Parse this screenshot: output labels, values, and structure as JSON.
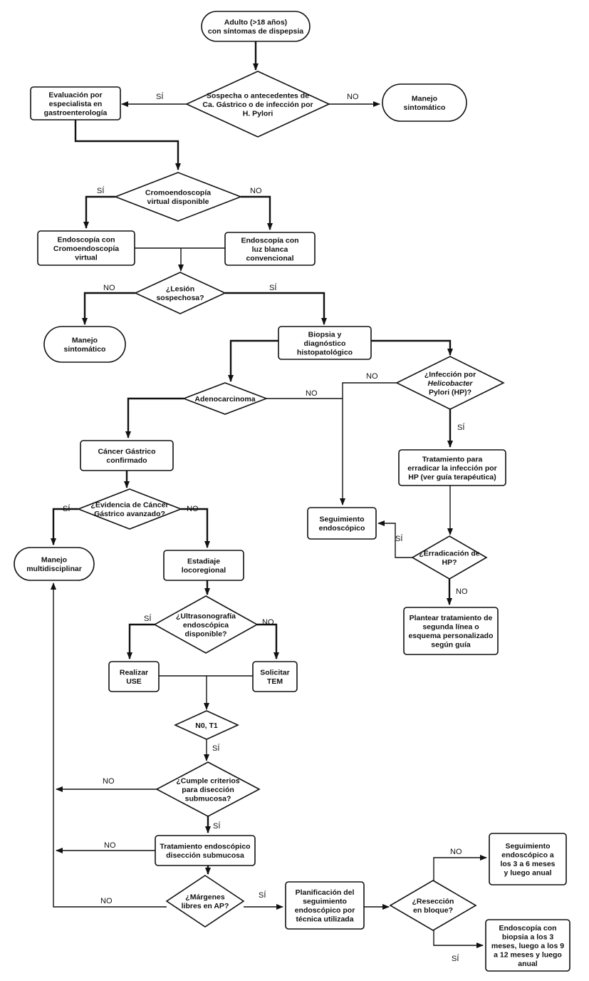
{
  "diagram": {
    "nodes": [
      {
        "id": "start",
        "lines": [
          "Adulto (>18 años)",
          "con síntomas de dispepsia"
        ]
      },
      {
        "id": "d_sospecha",
        "lines": [
          "Sospecha o antecedentes de",
          "Ca. Gástrico o de infección por",
          "H. Pylori"
        ]
      },
      {
        "id": "evaluacion",
        "lines": [
          "Evaluación por",
          "especialista en",
          "gastroenterología"
        ]
      },
      {
        "id": "manejo_sint_1",
        "lines": [
          "Manejo",
          "sintomático"
        ]
      },
      {
        "id": "d_cromo",
        "lines": [
          "Cromoendoscopía",
          "virtual disponible"
        ]
      },
      {
        "id": "endo_cromo",
        "lines": [
          "Endoscopía con",
          "Cromoendoscopía",
          "virtual"
        ]
      },
      {
        "id": "endo_luz",
        "lines": [
          "Endoscopía con",
          "luz blanca",
          "convencional"
        ]
      },
      {
        "id": "d_lesion",
        "lines": [
          "¿Lesión",
          "sospechosa?"
        ]
      },
      {
        "id": "manejo_sint_2",
        "lines": [
          "Manejo",
          "sintomático"
        ]
      },
      {
        "id": "biopsia",
        "lines": [
          "Biopsia y",
          "diagnóstico",
          "histopatológico"
        ]
      },
      {
        "id": "d_adeno",
        "lines": [
          "Adenocarcinoma"
        ]
      },
      {
        "id": "d_hp",
        "lines": [
          "¿Infección por",
          "Helicobacter",
          "Pylori (HP)?"
        ]
      },
      {
        "id": "cancer",
        "lines": [
          "Cáncer Gástrico",
          "confirmado"
        ]
      },
      {
        "id": "tratamiento_hp",
        "lines": [
          "Tratamiento para",
          "erradicar la infección por",
          "HP (ver guía terapéutica)"
        ]
      },
      {
        "id": "d_avanzado",
        "lines": [
          "¿Evidencia de Cáncer",
          "Gástrico avanzado?"
        ]
      },
      {
        "id": "seguimiento",
        "lines": [
          "Seguimiento",
          "endoscópico"
        ]
      },
      {
        "id": "manejo_multi",
        "lines": [
          "Manejo",
          "multidisciplinar"
        ]
      },
      {
        "id": "estadiaje",
        "lines": [
          "Estadiaje",
          "locoregional"
        ]
      },
      {
        "id": "d_erradicacion",
        "lines": [
          "¿Erradicación de",
          "HP?"
        ]
      },
      {
        "id": "plantear",
        "lines": [
          "Plantear tratamiento de",
          "segunda línea o",
          "esquema personalizado",
          "según guía"
        ]
      },
      {
        "id": "d_ultrason",
        "lines": [
          "¿Ultrasonografía",
          "endoscópica",
          "disponible?"
        ]
      },
      {
        "id": "realizar_use",
        "lines": [
          "Realizar",
          "USE"
        ]
      },
      {
        "id": "solicitar_tem",
        "lines": [
          "Solicitar",
          "TEM"
        ]
      },
      {
        "id": "d_n0t1",
        "lines": [
          "N0, T1"
        ]
      },
      {
        "id": "d_criterios",
        "lines": [
          "¿Cumple criterios",
          "para disección",
          "submucosa?"
        ]
      },
      {
        "id": "tratamiento_endo",
        "lines": [
          "Tratamiento endoscópico",
          "disección submucosa"
        ]
      },
      {
        "id": "d_margenes",
        "lines": [
          "¿Márgenes",
          "libres en AP?"
        ]
      },
      {
        "id": "planificacion",
        "lines": [
          "Planificación del",
          "seguimiento",
          "endoscópico por",
          "técnica utilizada"
        ]
      },
      {
        "id": "d_reseccion",
        "lines": [
          "¿Resección",
          "en bloque?"
        ]
      },
      {
        "id": "seg_3_6",
        "lines": [
          "Seguimiento",
          "endoscópico a",
          "los 3 a 6 meses",
          "y luego anual"
        ]
      },
      {
        "id": "endo_biopsia",
        "lines": [
          "Endoscopía con",
          "biopsia a los 3",
          "meses, luego a los 9",
          "a 12 meses y luego",
          "anual"
        ]
      }
    ],
    "edge_labels": [
      {
        "id": "si_sospecha",
        "text": "SÍ"
      },
      {
        "id": "no_sospecha",
        "text": "NO"
      },
      {
        "id": "si_cromo",
        "text": "SÍ"
      },
      {
        "id": "no_cromo",
        "text": "NO"
      },
      {
        "id": "no_lesion",
        "text": "NO"
      },
      {
        "id": "si_lesion",
        "text": "SÍ"
      },
      {
        "id": "no_hp",
        "text": "NO"
      },
      {
        "id": "no_adeno",
        "text": "NO"
      },
      {
        "id": "si_hp",
        "text": "SÍ"
      },
      {
        "id": "si_avanzado",
        "text": "SÍ"
      },
      {
        "id": "no_avanzado",
        "text": "NO"
      },
      {
        "id": "si_erradicacion",
        "text": "SÍ"
      },
      {
        "id": "no_erradicacion",
        "text": "NO"
      },
      {
        "id": "si_ultrason",
        "text": "SÍ"
      },
      {
        "id": "no_ultrason",
        "text": "NO"
      },
      {
        "id": "si_n0t1",
        "text": "SÍ"
      },
      {
        "id": "no_criterios",
        "text": "NO"
      },
      {
        "id": "si_criterios",
        "text": "SÍ"
      },
      {
        "id": "no_tratamiento",
        "text": "NO"
      },
      {
        "id": "no_margenes",
        "text": "NO"
      },
      {
        "id": "si_margenes",
        "text": "SÍ"
      },
      {
        "id": "no_reseccion",
        "text": "NO"
      },
      {
        "id": "si_reseccion",
        "text": "SÍ"
      }
    ]
  }
}
